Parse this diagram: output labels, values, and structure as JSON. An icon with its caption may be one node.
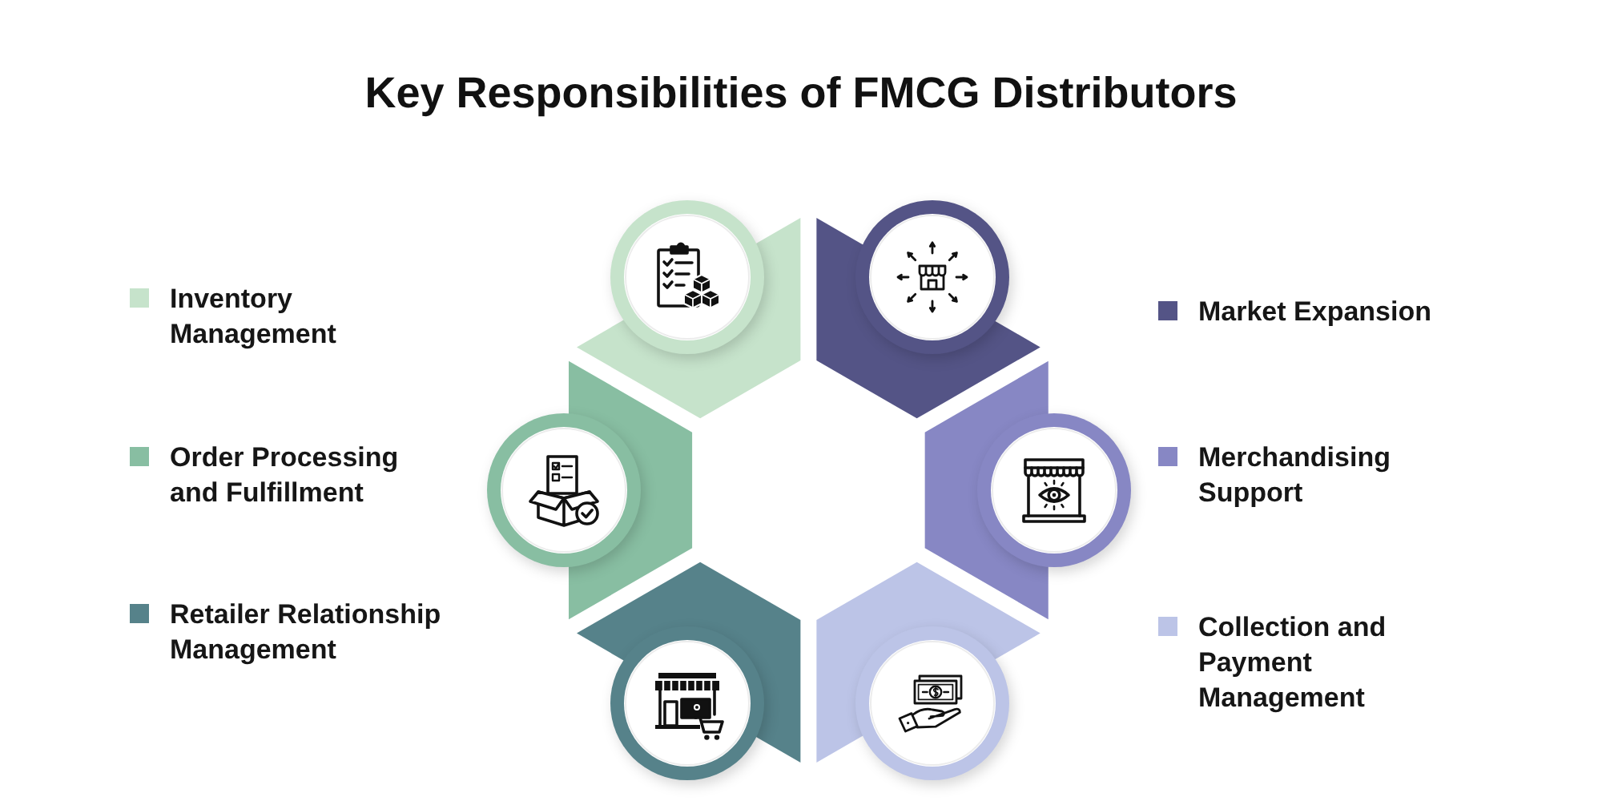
{
  "diagram": {
    "title": "Key Responsibilities of FMCG Distributors",
    "legend": [
      {
        "text": "Inventory Management",
        "color": "#c6e3cb"
      },
      {
        "text": "Order Processing and Fulfillment",
        "color": "#88bea2"
      },
      {
        "text": "Retailer Relationship Management",
        "color": "#56828a"
      },
      {
        "text": "Market Expansion",
        "color": "#545486"
      },
      {
        "text": "Merchandising Support",
        "color": "#8787c4"
      },
      {
        "text": "Collection and Payment Management",
        "color": "#bcc4e7"
      }
    ]
  }
}
